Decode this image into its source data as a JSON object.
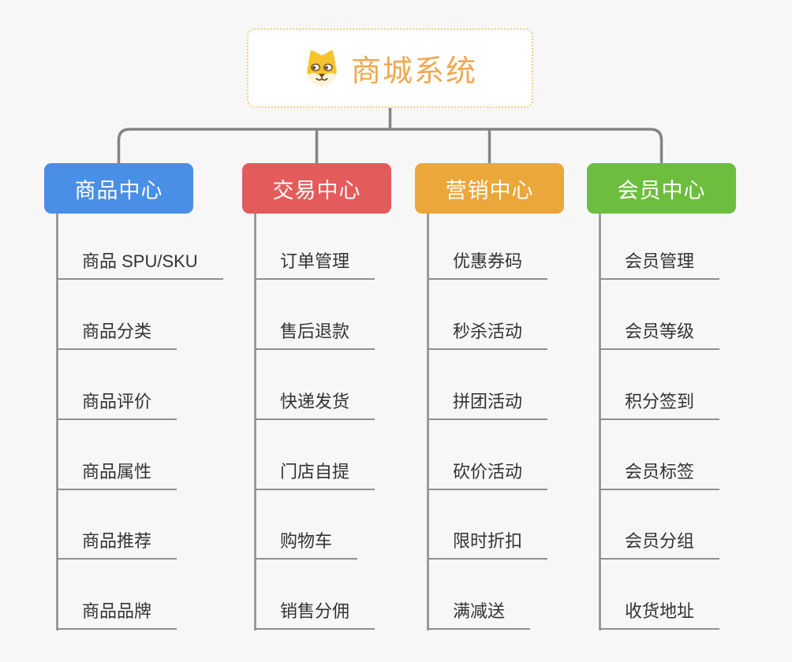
{
  "root": {
    "title": "商城系统",
    "title_color": "#F0A851",
    "border_color": "#F6CC86",
    "icon": "dog-face-icon"
  },
  "connector_color": "#848484",
  "trunk_color": "#8A8A8A",
  "underline_color": "#8F8F8F",
  "branches": [
    {
      "label": "商品中心",
      "color": "#4A8FE6",
      "items": [
        "商品 SPU/SKU",
        "商品分类",
        "商品评价",
        "商品属性",
        "商品推荐",
        "商品品牌"
      ]
    },
    {
      "label": "交易中心",
      "color": "#E45B5B",
      "items": [
        "订单管理",
        "售后退款",
        "快递发货",
        "门店自提",
        "购物车",
        "销售分佣"
      ]
    },
    {
      "label": "营销中心",
      "color": "#EBA73A",
      "items": [
        "优惠券码",
        "秒杀活动",
        "拼团活动",
        "砍价活动",
        "限时折扣",
        "满减送"
      ]
    },
    {
      "label": "会员中心",
      "color": "#6DBE3F",
      "items": [
        "会员管理",
        "会员等级",
        "积分签到",
        "会员标签",
        "会员分组",
        "收货地址"
      ]
    }
  ]
}
